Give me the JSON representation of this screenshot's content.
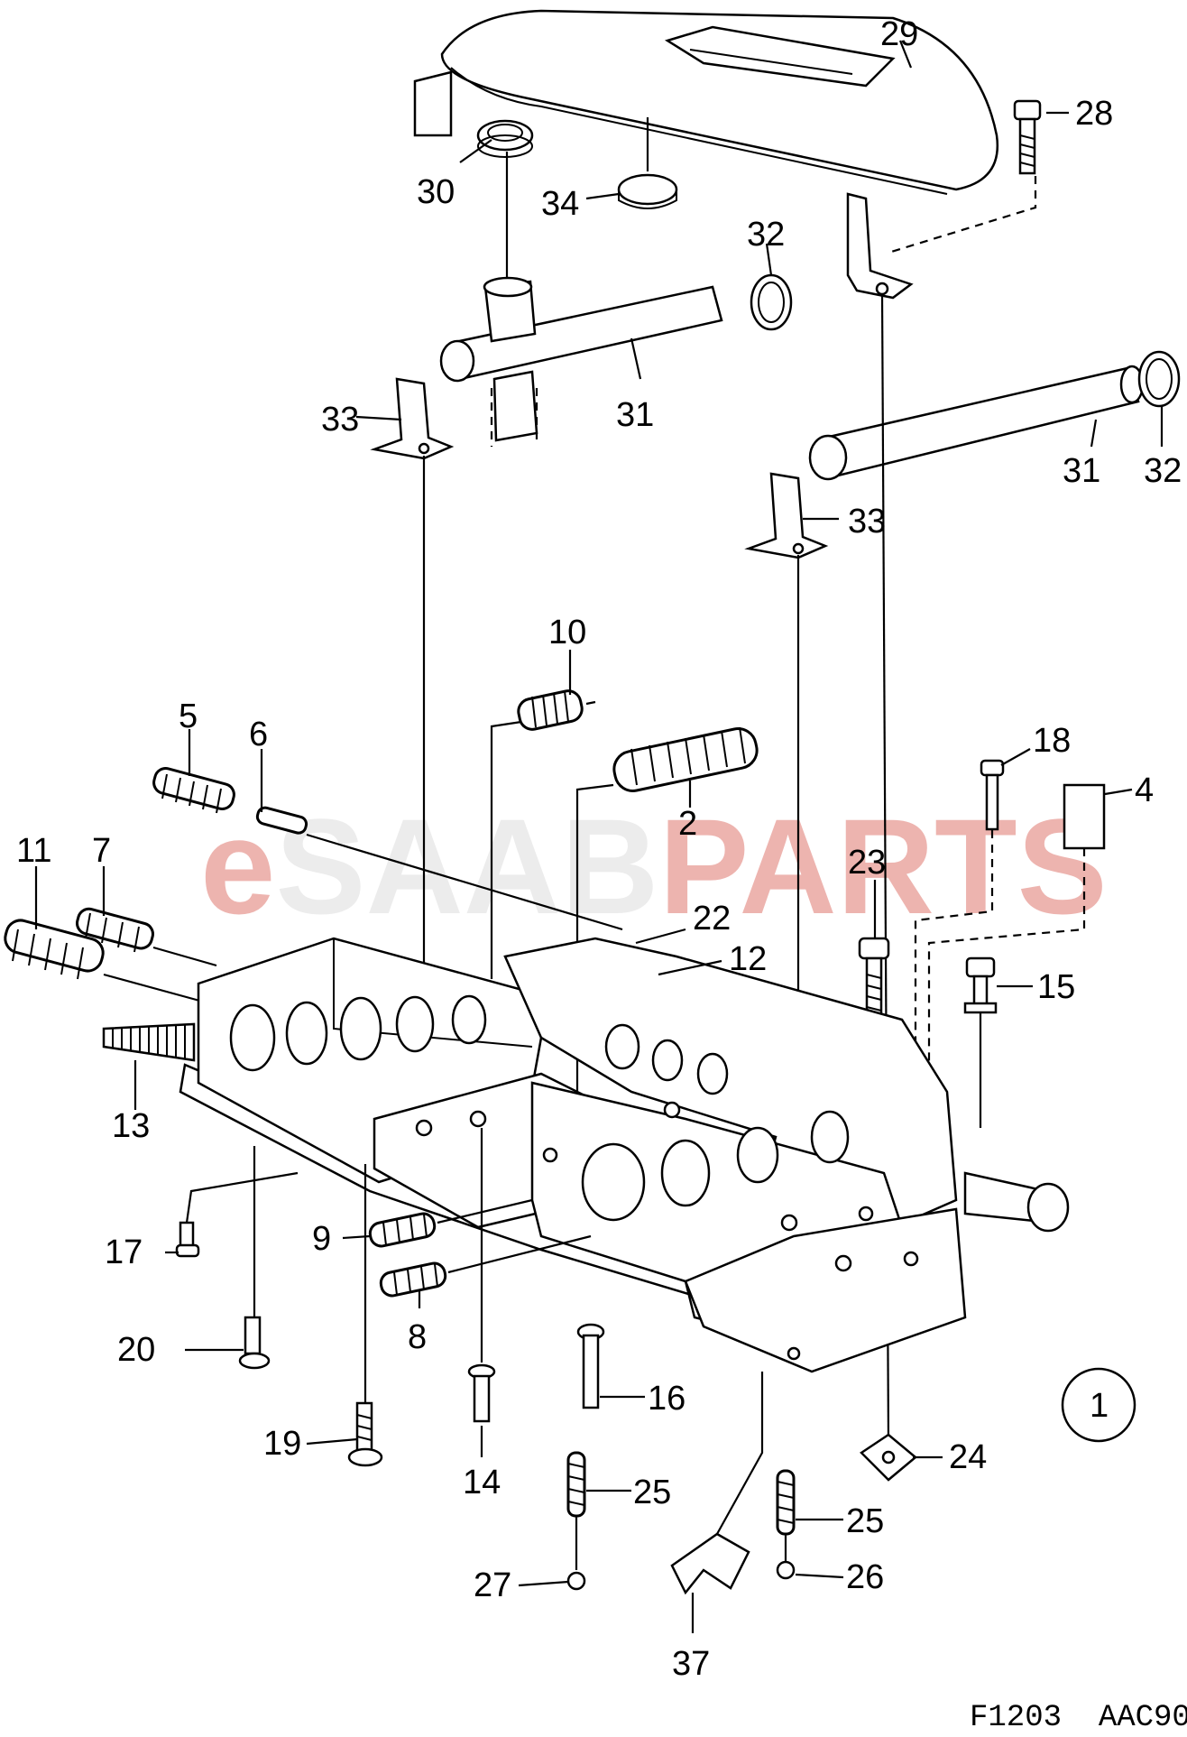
{
  "diagram": {
    "watermark": {
      "prefix": "e",
      "mid": "SAAB",
      "suffix": "PARTS"
    },
    "figure_code": "F1203  AAC90",
    "callout": "1",
    "parts": [
      {
        "id": "p29",
        "label": "29"
      },
      {
        "id": "p28",
        "label": "28"
      },
      {
        "id": "p30",
        "label": "30"
      },
      {
        "id": "p34",
        "label": "34"
      },
      {
        "id": "p32a",
        "label": "32"
      },
      {
        "id": "p33a",
        "label": "33"
      },
      {
        "id": "p31a",
        "label": "31"
      },
      {
        "id": "p31b",
        "label": "31"
      },
      {
        "id": "p32b",
        "label": "32"
      },
      {
        "id": "p33b",
        "label": "33"
      },
      {
        "id": "p10",
        "label": "10"
      },
      {
        "id": "p5",
        "label": "5"
      },
      {
        "id": "p6",
        "label": "6"
      },
      {
        "id": "p18",
        "label": "18"
      },
      {
        "id": "p4",
        "label": "4"
      },
      {
        "id": "p2",
        "label": "2"
      },
      {
        "id": "p11",
        "label": "11"
      },
      {
        "id": "p7",
        "label": "7"
      },
      {
        "id": "p23",
        "label": "23"
      },
      {
        "id": "p22",
        "label": "22"
      },
      {
        "id": "p12",
        "label": "12"
      },
      {
        "id": "p15",
        "label": "15"
      },
      {
        "id": "p13",
        "label": "13"
      },
      {
        "id": "p17",
        "label": "17"
      },
      {
        "id": "p9",
        "label": "9"
      },
      {
        "id": "p8",
        "label": "8"
      },
      {
        "id": "p20",
        "label": "20"
      },
      {
        "id": "p16",
        "label": "16"
      },
      {
        "id": "p19",
        "label": "19"
      },
      {
        "id": "p14",
        "label": "14"
      },
      {
        "id": "p25a",
        "label": "25"
      },
      {
        "id": "p25b",
        "label": "25"
      },
      {
        "id": "p24",
        "label": "24"
      },
      {
        "id": "p27",
        "label": "27"
      },
      {
        "id": "p26",
        "label": "26"
      },
      {
        "id": "p37",
        "label": "37"
      }
    ]
  }
}
